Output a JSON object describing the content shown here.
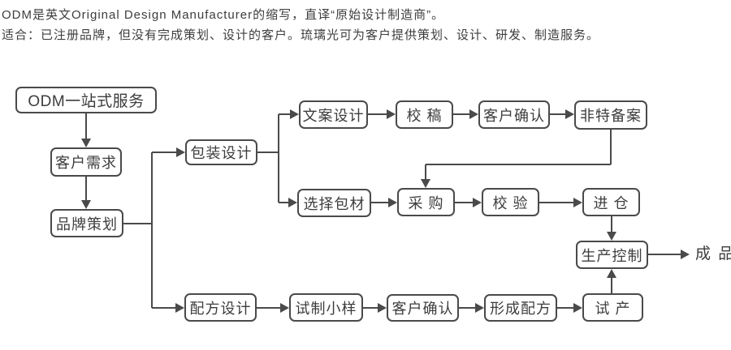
{
  "header": {
    "line1": "ODM是英文Original Design Manufacturer的缩写，直译“原始设计制造商”。",
    "line2": "适合：已注册品牌，但没有完成策划、设计的客户。琉璃光可为客户提供策划、设计、研发、制造服务。"
  },
  "colors": {
    "line": "#4a4a4a",
    "box_border": "#4a4a4a",
    "box_bg": "#ffffff",
    "text": "#3d3d3d",
    "page_bg": "#ffffff"
  },
  "flowchart": {
    "nodes": [
      {
        "id": "odm-service",
        "label": "ODM一站式服务"
      },
      {
        "id": "customer-needs",
        "label": "客户需求"
      },
      {
        "id": "brand-planning",
        "label": "品牌策划"
      },
      {
        "id": "package-design",
        "label": "包装设计"
      },
      {
        "id": "copy-design",
        "label": "文案设计"
      },
      {
        "id": "proofreading",
        "label": "校 稿"
      },
      {
        "id": "client-confirm-top",
        "label": "客户确认"
      },
      {
        "id": "feite-filing",
        "label": "非特备案"
      },
      {
        "id": "select-materials",
        "label": "选择包材"
      },
      {
        "id": "purchase",
        "label": "采 购"
      },
      {
        "id": "verification",
        "label": "校 验"
      },
      {
        "id": "warehousing",
        "label": "进 仓"
      },
      {
        "id": "production-control",
        "label": "生产控制"
      },
      {
        "id": "formula-design",
        "label": "配方设计"
      },
      {
        "id": "trial-sample",
        "label": "试制小样"
      },
      {
        "id": "client-confirm-bottom",
        "label": "客户确认"
      },
      {
        "id": "form-formula",
        "label": "形成配方"
      },
      {
        "id": "trial-production",
        "label": "试 产"
      }
    ],
    "end_label": "成 品"
  }
}
